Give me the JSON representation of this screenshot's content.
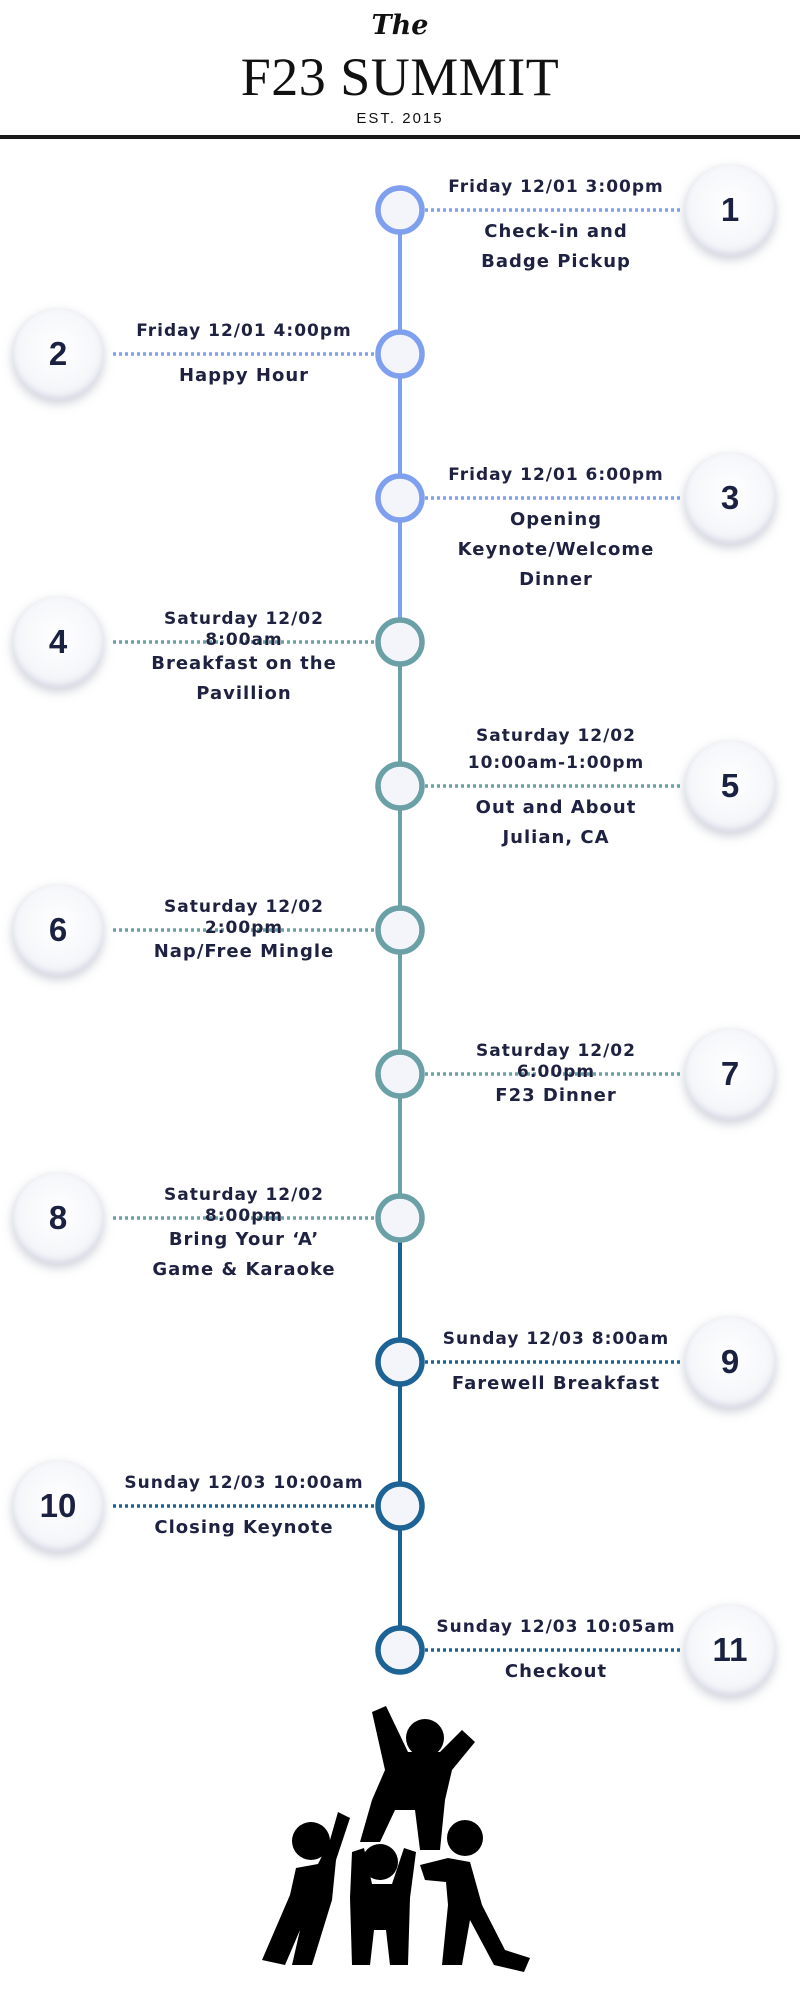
{
  "header": {
    "the": "The",
    "title": "F23 SUMMIT",
    "est": "EST. 2015"
  },
  "colors": {
    "light_blue": "#7f9fef",
    "teal": "#6aa0a6",
    "dark_blue": "#1d6395",
    "text": "#1e2240"
  },
  "events": [
    {
      "number": "1",
      "time": "Friday 12/01 3:00pm",
      "title_lines": [
        "Check-in and",
        "Badge Pickup"
      ]
    },
    {
      "number": "2",
      "time": "Friday 12/01 4:00pm",
      "title_lines": [
        "Happy Hour"
      ]
    },
    {
      "number": "3",
      "time": "Friday 12/01 6:00pm",
      "title_lines": [
        "Opening",
        "Keynote/Welcome",
        "Dinner"
      ]
    },
    {
      "number": "4",
      "time": "Saturday 12/02 8:00am",
      "title_lines": [
        "Breakfast on the",
        "Pavillion"
      ]
    },
    {
      "number": "5",
      "time_lines": [
        "Saturday 12/02",
        "10:00am-1:00pm"
      ],
      "title_lines": [
        "Out and About",
        "Julian, CA"
      ]
    },
    {
      "number": "6",
      "time": "Saturday 12/02 2:00pm",
      "title_lines": [
        "Nap/Free Mingle"
      ]
    },
    {
      "number": "7",
      "time": "Saturday 12/02 6:00pm",
      "title_lines": [
        "F23 Dinner"
      ]
    },
    {
      "number": "8",
      "time": "Saturday 12/02 8:00pm",
      "title_lines": [
        "Bring Your ‘A’",
        "Game & Karaoke"
      ]
    },
    {
      "number": "9",
      "time": "Sunday 12/03 8:00am",
      "title_lines": [
        "Farewell Breakfast"
      ]
    },
    {
      "number": "10",
      "time": "Sunday 12/03 10:00am",
      "title_lines": [
        "Closing Keynote"
      ]
    },
    {
      "number": "11",
      "time": "Sunday 12/03 10:05am",
      "title_lines": [
        "Checkout"
      ]
    }
  ],
  "footer_icon": "team-celebration-icon"
}
